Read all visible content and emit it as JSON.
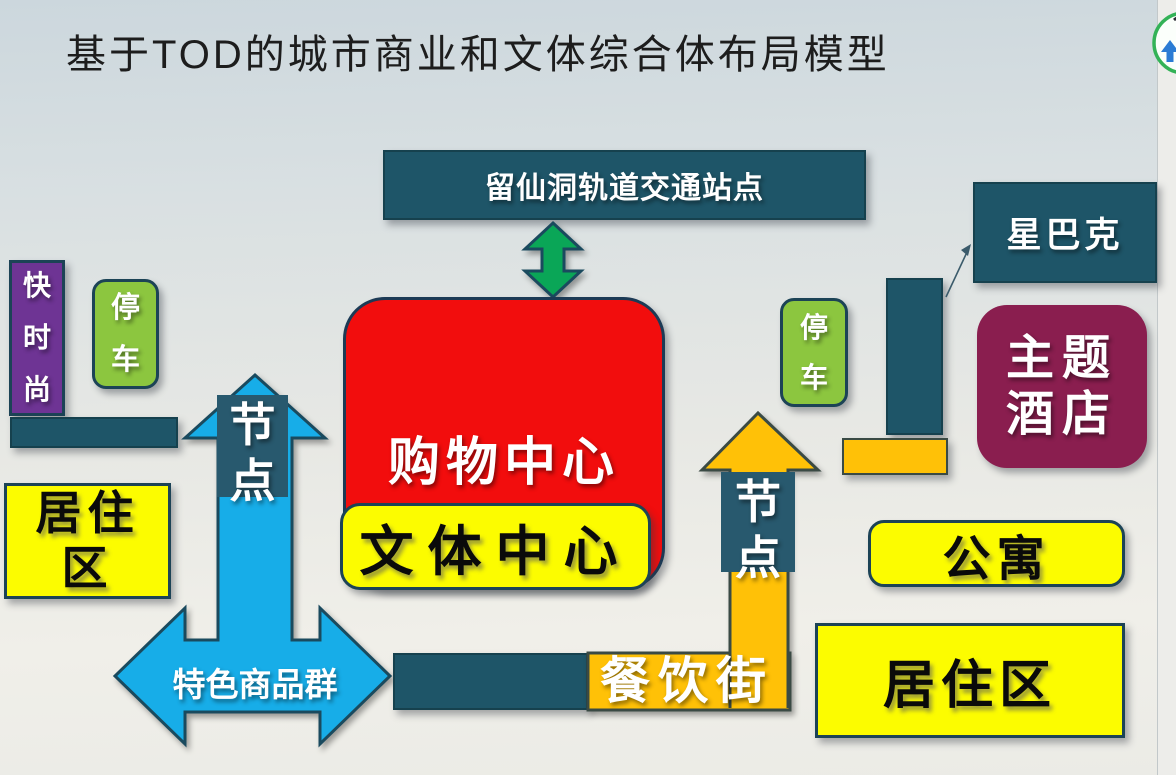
{
  "page": {
    "title": "基于TOD的城市商业和文体综合体布局模型"
  },
  "palette": {
    "teal": "#1E5568",
    "node_teal": "#28596E",
    "blue_arrow": "#17ADE8",
    "green_arrow": "#0AA657",
    "orange": "#FFC107",
    "red": "#F20D0D",
    "yellow": "#FCFC00",
    "light_green": "#8CC63F",
    "purple": "#6E3494",
    "maroon": "#8A1E4F",
    "border_dark": "#1C4356",
    "logo_ring_green": "#33B257"
  },
  "nodes": {
    "station": {
      "label": "留仙洞轨道交通站点"
    },
    "shopping": {
      "label": "购物中心"
    },
    "cultural": {
      "label": "文体中心"
    },
    "fast_fashion": {
      "label": "快\n时\n尚"
    },
    "parking_left": {
      "label": "停\n车"
    },
    "parking_right": {
      "label": "停\n车"
    },
    "residential_left": {
      "label": "居住\n区"
    },
    "residential_right": {
      "label": "居住区"
    },
    "node_left": {
      "label": "节\n点"
    },
    "node_right": {
      "label": "节\n点"
    },
    "specialty_goods": {
      "label": "特色商品群"
    },
    "dining_street": {
      "label": "餐饮街"
    },
    "starbucks": {
      "label": "星巴克"
    },
    "theme_hotel": {
      "label": "主题\n酒店"
    },
    "apartment": {
      "label": "公寓"
    }
  }
}
